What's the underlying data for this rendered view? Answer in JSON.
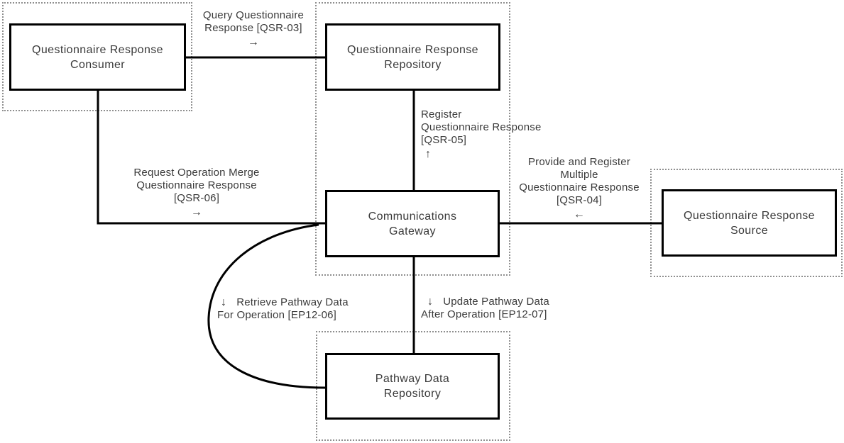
{
  "diagram": {
    "colors": {
      "connector_line": "#000000",
      "node_border": "#000000",
      "group_border": "#8f8f8f",
      "text": "#3a3a3a",
      "background": "#ffffff"
    },
    "nodes": {
      "consumer": {
        "label": "Questionnaire Response Consumer"
      },
      "repository": {
        "label": "Questionnaire Response Repository"
      },
      "gateway": {
        "label": "Communications Gateway"
      },
      "source": {
        "label": "Questionnaire Response Source"
      },
      "pathway": {
        "label": "Pathway Data Repository"
      }
    },
    "edges": {
      "qsr03": {
        "lines": [
          "Query Questionnaire",
          "Response [QSR-03]"
        ],
        "arrow": "→"
      },
      "qsr05": {
        "lines": [
          "Register",
          "Questionnaire Response",
          "[QSR-05]"
        ],
        "arrow": "↑"
      },
      "qsr06": {
        "lines": [
          "Request Operation Merge",
          "Questionnaire Response",
          "[QSR-06]"
        ],
        "arrow": "→"
      },
      "qsr04": {
        "lines": [
          "Provide and Register",
          "Multiple",
          "Questionnaire Response",
          "[QSR-04]"
        ],
        "arrow": "←"
      },
      "ep1206": {
        "arrow": "↓",
        "line1": "Retrieve Pathway Data",
        "line2": "For Operation [EP12-06]"
      },
      "ep1207": {
        "arrow": "↓",
        "line1": "Update Pathway Data",
        "line2": "After Operation [EP12-07]"
      }
    }
  }
}
